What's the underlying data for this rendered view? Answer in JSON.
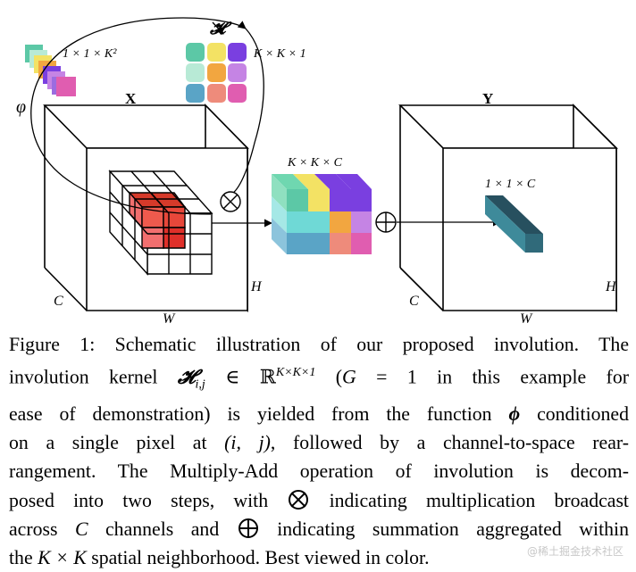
{
  "figure": {
    "label_phi": "φ",
    "label_H": "𝓗",
    "label_X": "X",
    "label_Y": "Y",
    "label_kernel_small": "1 × 1 × K²",
    "label_kernel_kk1": "K × K × 1",
    "label_kkc": "K × K × C",
    "label_11c": "1 × 1 × C",
    "label_C": "C",
    "label_H_dim": "H",
    "label_W": "W",
    "colors": {
      "teal": "#5cc8a6",
      "yellow": "#f3e264",
      "purple": "#7a3fe0",
      "blue": "#5aa4c6",
      "salmon": "#ee8b7b",
      "lilac": "#c584e4",
      "cyan": "#6fd9d6",
      "orange": "#f2a640",
      "magenta": "#e05db0",
      "red_dark": "#d63a2a",
      "red_light": "#f26f6f",
      "output_bar": "#3e8a9a"
    }
  },
  "caption": {
    "l1a": "Figure 1: Schematic illustration of our proposed involution. The",
    "l2a": "involution kernel ",
    "l2_kernel": "𝓗",
    "l2_sub": "i,j",
    "l2b": " ∈ ℝ",
    "l2_sup": "K×K×1",
    "l2c": " (",
    "l2_G": "G",
    "l2d": " = 1 in this example for",
    "l3": "ease of demonstration) is yielded from the function ",
    "l3_phi": "ϕ",
    "l3b": " conditioned",
    "l4a": "on a single pixel at ",
    "l4_ij": "(i, j)",
    "l4b": ", followed by a channel-to-space rear-",
    "l5": "rangement. The Multiply-Add operation of involution is decom-",
    "l6a": "posed into two steps, with ",
    "l6b": " indicating multiplication broadcast",
    "l7a": "across ",
    "l7_C": "C",
    "l7b": " channels and ",
    "l7c": " indicating summation aggregated within",
    "l8a": "the ",
    "l8_KK": "K × K",
    "l8b": " spatial neighborhood. Best viewed in color."
  },
  "watermark": "@稀土掘金技术社区"
}
